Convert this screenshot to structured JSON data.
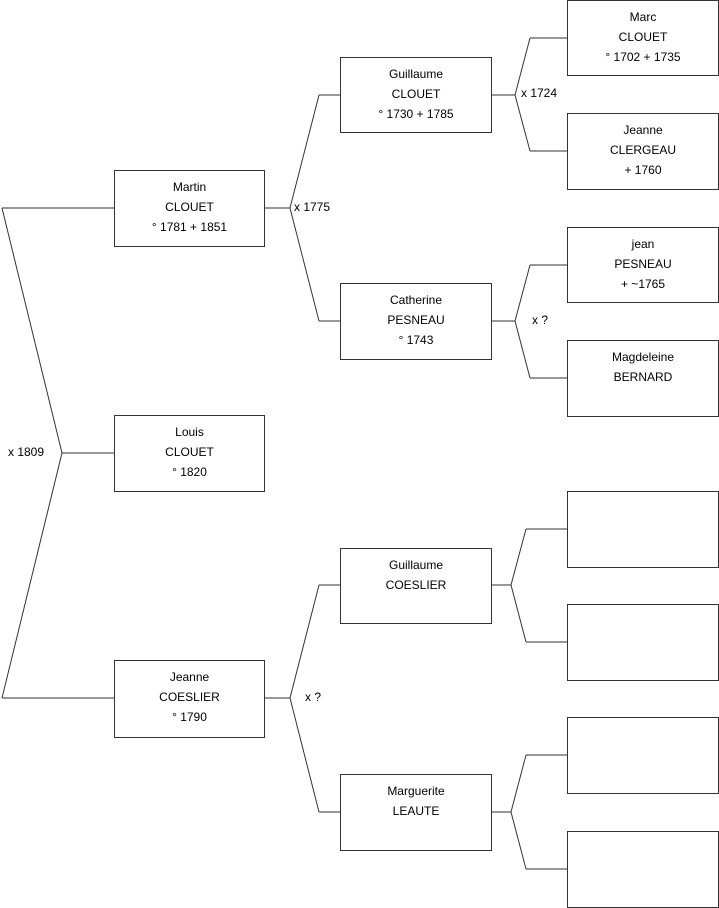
{
  "persons": {
    "louis": {
      "first": "Louis",
      "last": "CLOUET",
      "dates": "° 1820"
    },
    "martin": {
      "first": "Martin",
      "last": "CLOUET",
      "dates": "° 1781 + 1851"
    },
    "jeanne_coeslier": {
      "first": "Jeanne",
      "last": "COESLIER",
      "dates": "° 1790"
    },
    "guillaume_clouet": {
      "first": "Guillaume",
      "last": "CLOUET",
      "dates": "° 1730 + 1785"
    },
    "catherine": {
      "first": "Catherine",
      "last": "PESNEAU",
      "dates": "° 1743"
    },
    "guillaume_coeslier": {
      "first": "Guillaume",
      "last": "COESLIER",
      "dates": ""
    },
    "marguerite": {
      "first": "Marguerite",
      "last": "LEAUTE",
      "dates": ""
    },
    "marc": {
      "first": "Marc",
      "last": "CLOUET",
      "dates": "° 1702 + 1735"
    },
    "jeanne_clergeau": {
      "first": "Jeanne",
      "last": "CLERGEAU",
      "dates": "+ 1760"
    },
    "jean": {
      "first": "jean",
      "last": "PESNEAU",
      "dates": "+ ~1765"
    },
    "magdeleine": {
      "first": "Magdeleine",
      "last": "BERNARD",
      "dates": ""
    }
  },
  "marriages": {
    "m1809": "x 1809",
    "m1775": "x 1775",
    "m_coeslier": "x ?",
    "m1724": "x 1724",
    "m_pesneau": "x ?"
  }
}
